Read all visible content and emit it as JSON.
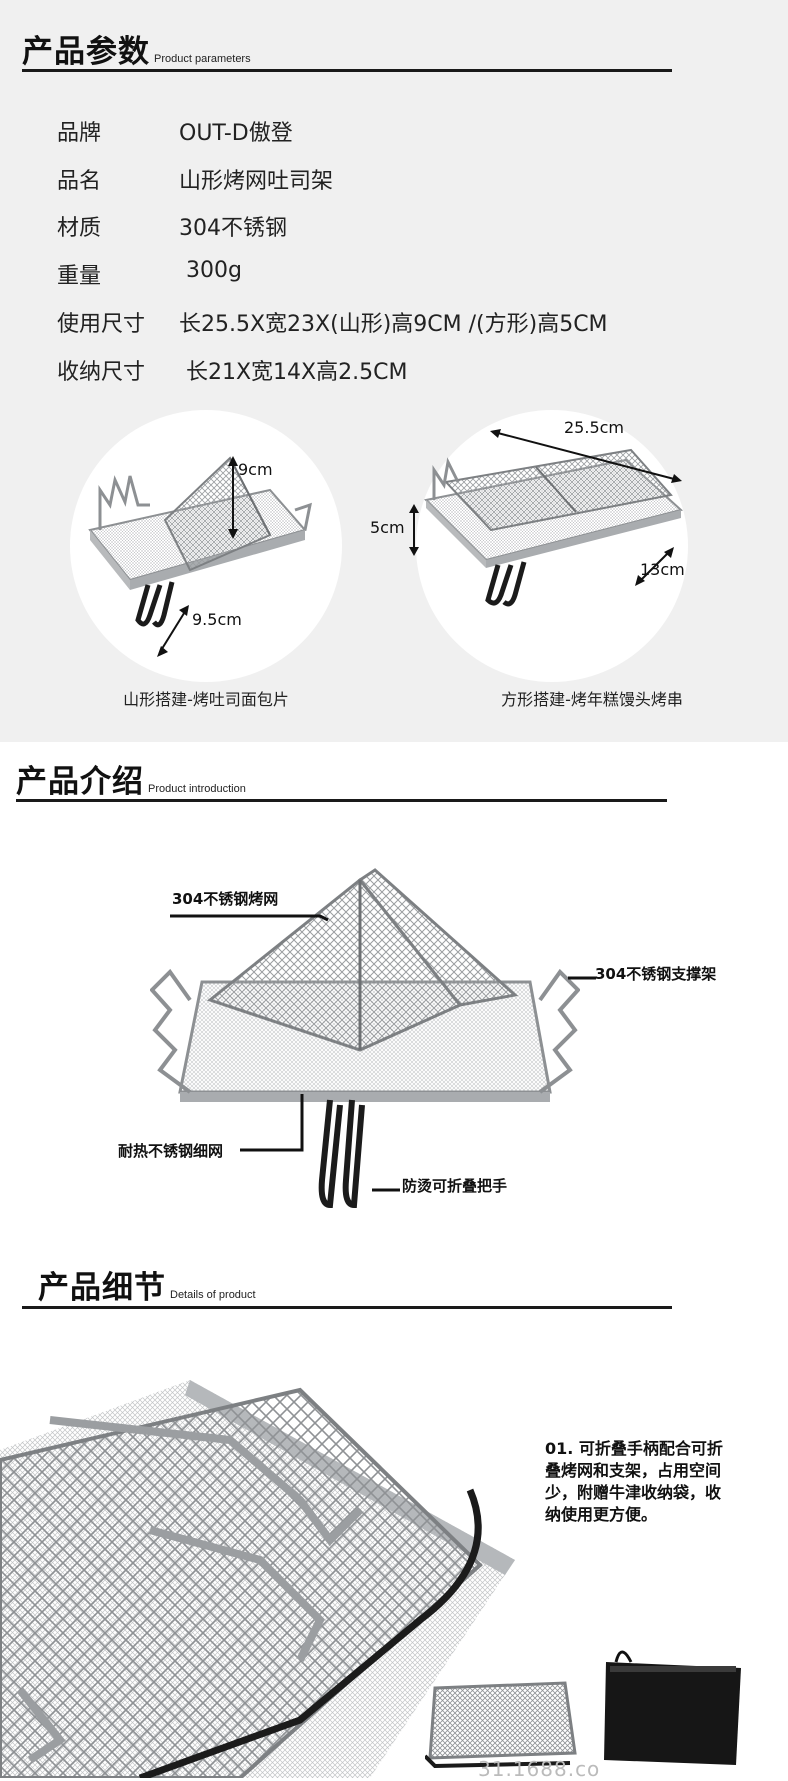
{
  "params": {
    "title": "产品参数",
    "subtitle": "Product parameters",
    "rows": [
      {
        "key": "品牌",
        "value": "OUT-D傲登"
      },
      {
        "key": "品名",
        "value": "山形烤网吐司架"
      },
      {
        "key": "材质",
        "value": "304不锈钢"
      },
      {
        "key": "重量",
        "value": " 300g"
      },
      {
        "key": "使用尺寸",
        "value": "长25.5X宽23X(山形)高9CM /(方形)高5CM"
      },
      {
        "key": "收纳尺寸",
        "value": " 长21X宽14X高2.5CM"
      }
    ],
    "left_photo": {
      "dim_height": "9cm",
      "dim_width": "9.5cm",
      "caption": "山形搭建-烤吐司面包片"
    },
    "right_photo": {
      "dim_length": "25.5cm",
      "dim_height": "5cm",
      "dim_width": "13cm",
      "caption": "方形搭建-烤年糕馒头烤串"
    }
  },
  "intro": {
    "title": "产品介绍",
    "subtitle": "Product introduction",
    "callouts": {
      "grill_net": "304不锈钢烤网",
      "support": "304不锈钢支撑架",
      "fine_mesh": "耐热不锈钢细网",
      "handle": "防烫可折叠把手"
    }
  },
  "details": {
    "title": "产品细节",
    "subtitle": "Details of product",
    "description": "01. 可折叠手柄配合可折叠烤网和支架，占用空间少，附赠牛津收纳袋，收纳使用更方便。",
    "watermark": "31.1688.co"
  },
  "colors": {
    "background_top": "#f0f0f0",
    "rule": "#1a1a1a",
    "steel": "#a9acaf",
    "handle": "#1b1b1b"
  }
}
